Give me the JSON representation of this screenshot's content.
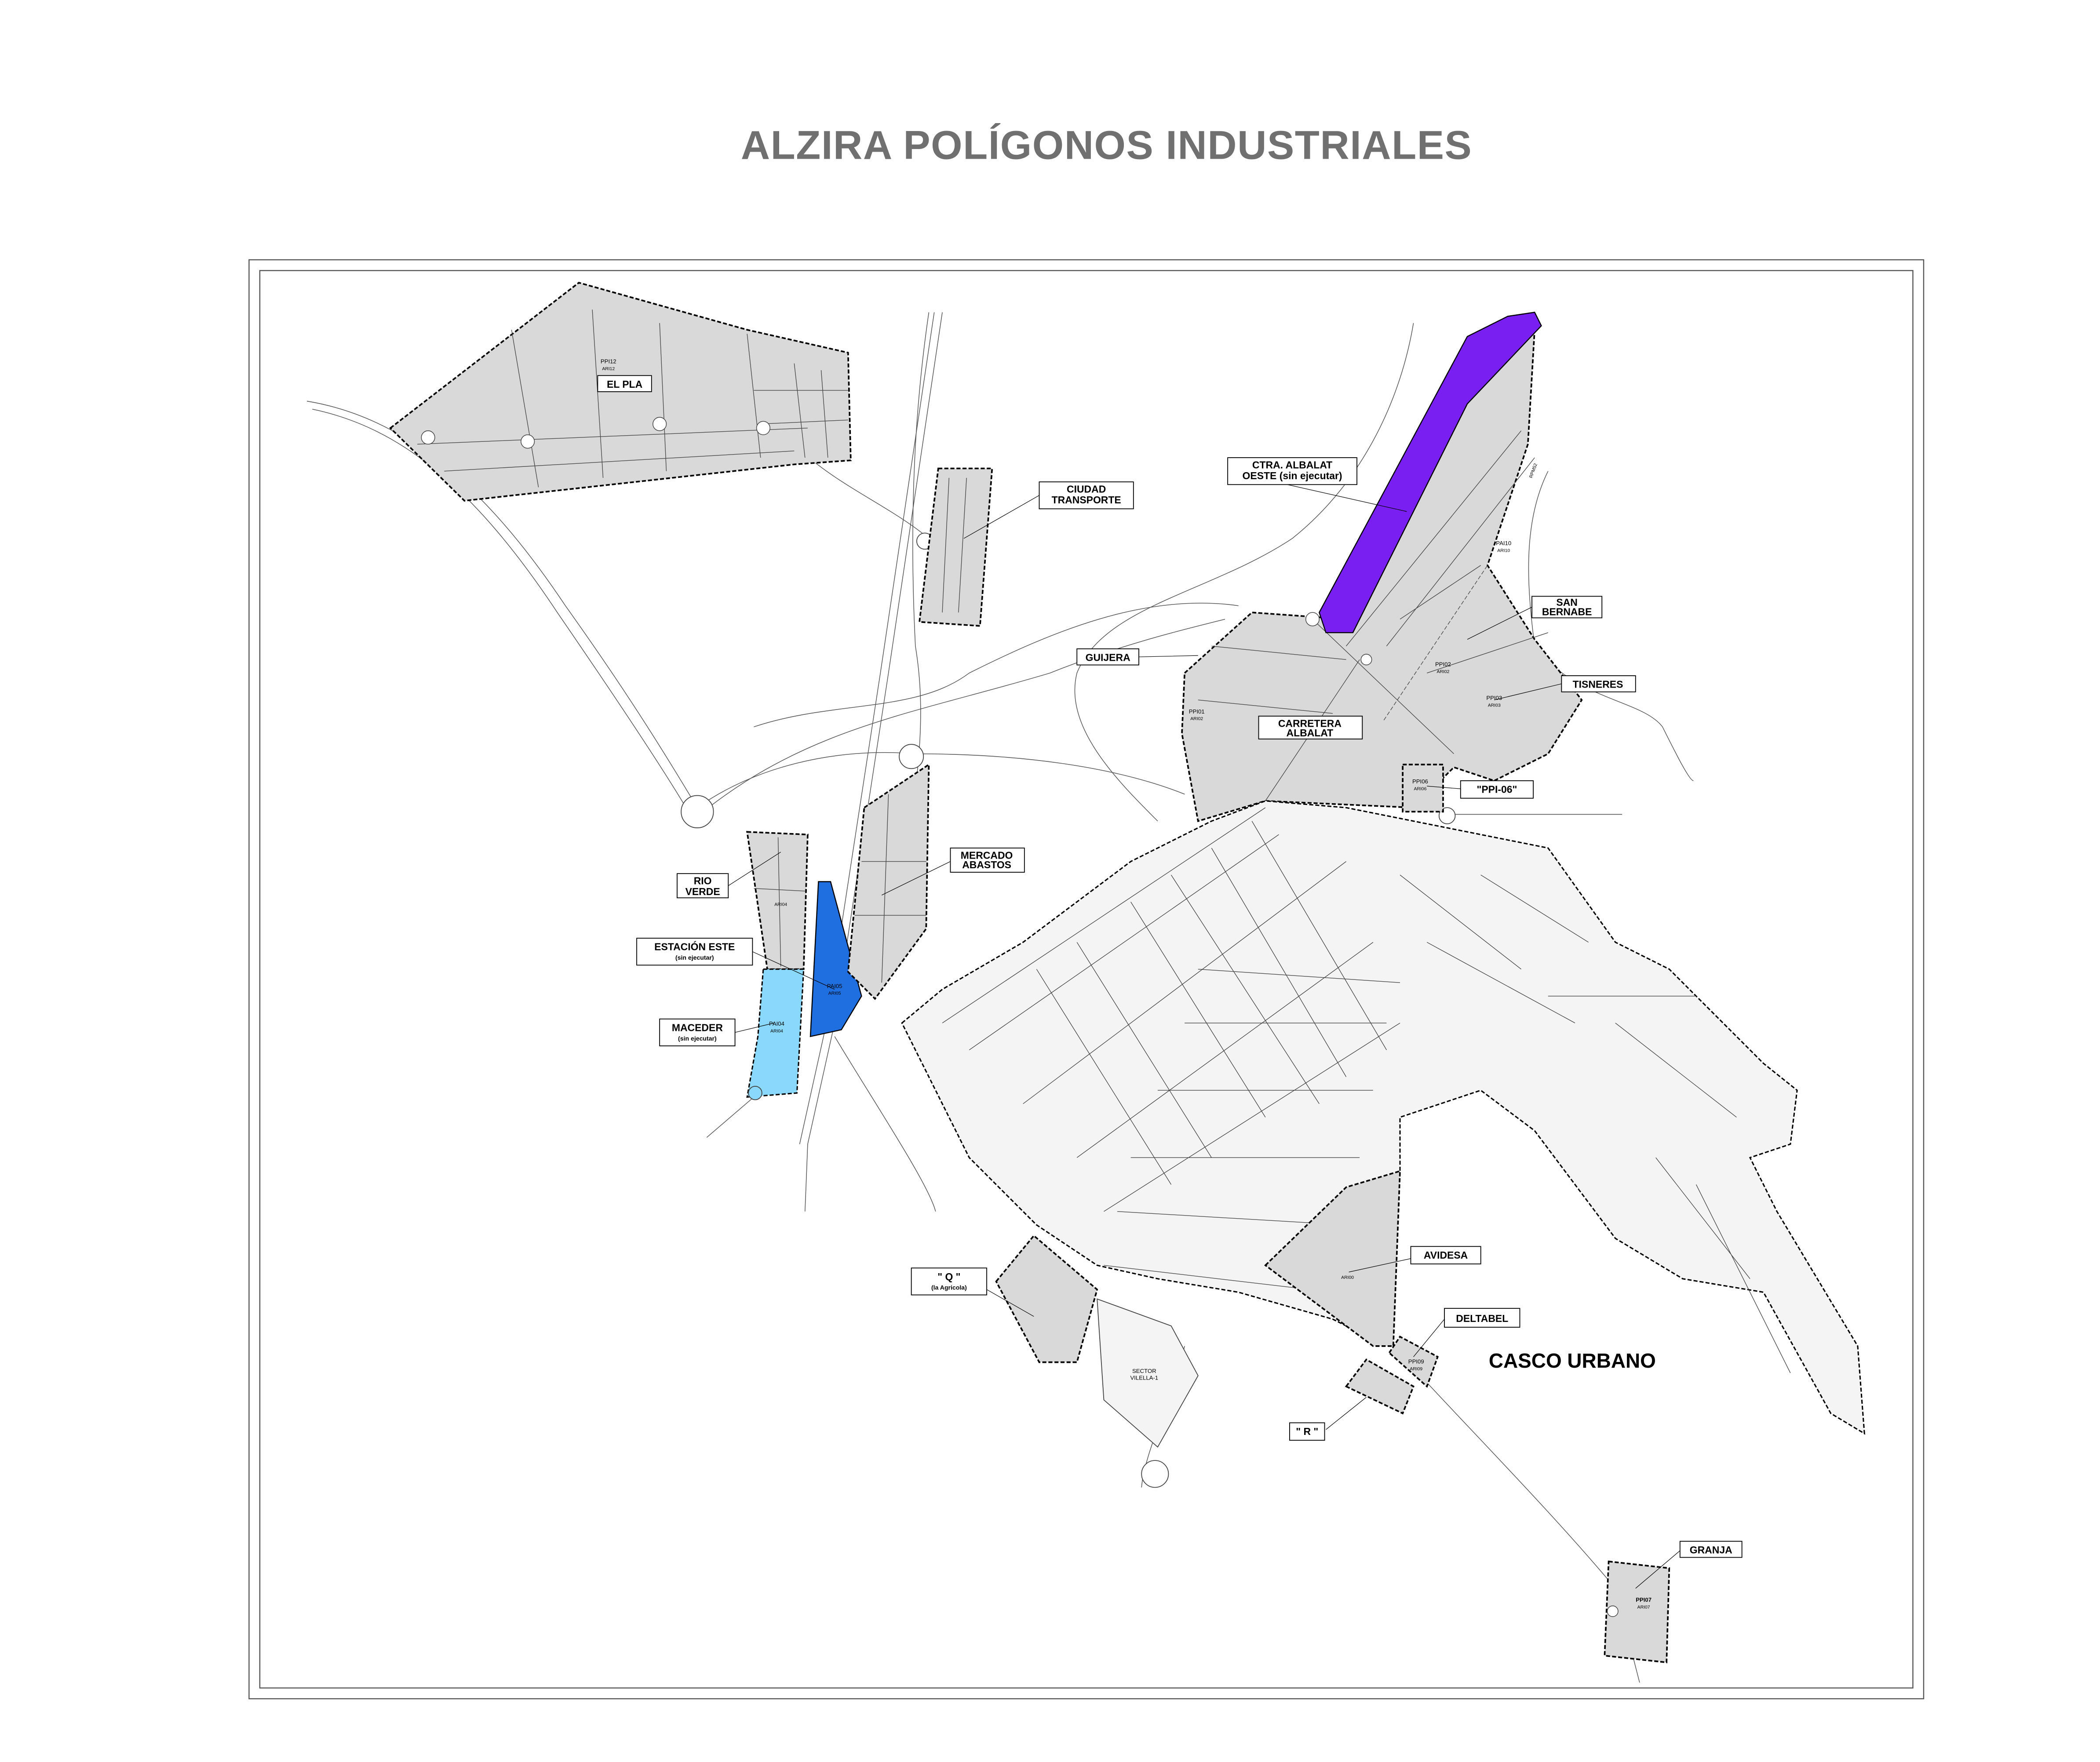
{
  "title": "ALZIRA  POLÍGONOS INDUSTRIALES",
  "colors": {
    "industrial_zone": "#d9d9d9",
    "ctra_albalat_oeste": "#7a1ff2",
    "estacion_este": "#1f6fe0",
    "maceder": "#8ad8fb",
    "title": "#707070"
  },
  "labels": {
    "el_pla": "EL PLA",
    "ciudad_transporte": [
      "CIUDAD",
      "TRANSPORTE"
    ],
    "ctra_albalat_oeste": [
      "CTRA. ALBALAT",
      "OESTE (sin ejecutar)"
    ],
    "san_bernabe": [
      "SAN",
      "BERNABE"
    ],
    "tisneres": "TISNERES",
    "guijera": "GUIJERA",
    "carretera_albalat": [
      "CARRETERA",
      "ALBALAT"
    ],
    "ppi06": "\"PPI-06\"",
    "mercado_abastos": [
      "MERCADO",
      "ABASTOS"
    ],
    "rio_verde": [
      "RIO",
      "VERDE"
    ],
    "estacion_este": [
      "ESTACIÓN ESTE",
      "(sin ejecutar)"
    ],
    "maceder": [
      "MACEDER",
      "(sin ejecutar)"
    ],
    "avidesa": "AVIDESA",
    "deltabel": "DELTABEL",
    "q": [
      "\" Q \"",
      "(la Agricola)"
    ],
    "casco_urbano": "CASCO URBANO",
    "r": "\" R \"",
    "granja": "GRANJA",
    "sector_vilella": [
      "SECTOR",
      "VILELLA-1"
    ]
  },
  "codes": {
    "ppi12": [
      "PPI12",
      "ARI12"
    ],
    "ppi01": [
      "PPI01",
      "ARI02"
    ],
    "ppi02": [
      "PPI02",
      "ARI02"
    ],
    "ppi03": [
      "PPI03",
      "ARI03"
    ],
    "pai10": [
      "PAI10",
      "ARI10"
    ],
    "ppi06": [
      "PPI06",
      "ARI06"
    ],
    "pai05": [
      "PAI05",
      "ARI05"
    ],
    "pai04": [
      "PAI04",
      "ARI04"
    ],
    "ppi09": [
      "PPI09",
      "ARI09"
    ],
    "ppi07": [
      "PPI07",
      "ARI07"
    ],
    "ari04": "ARI04",
    "ari00": "ARI00",
    "rpm52": "RPM52"
  }
}
